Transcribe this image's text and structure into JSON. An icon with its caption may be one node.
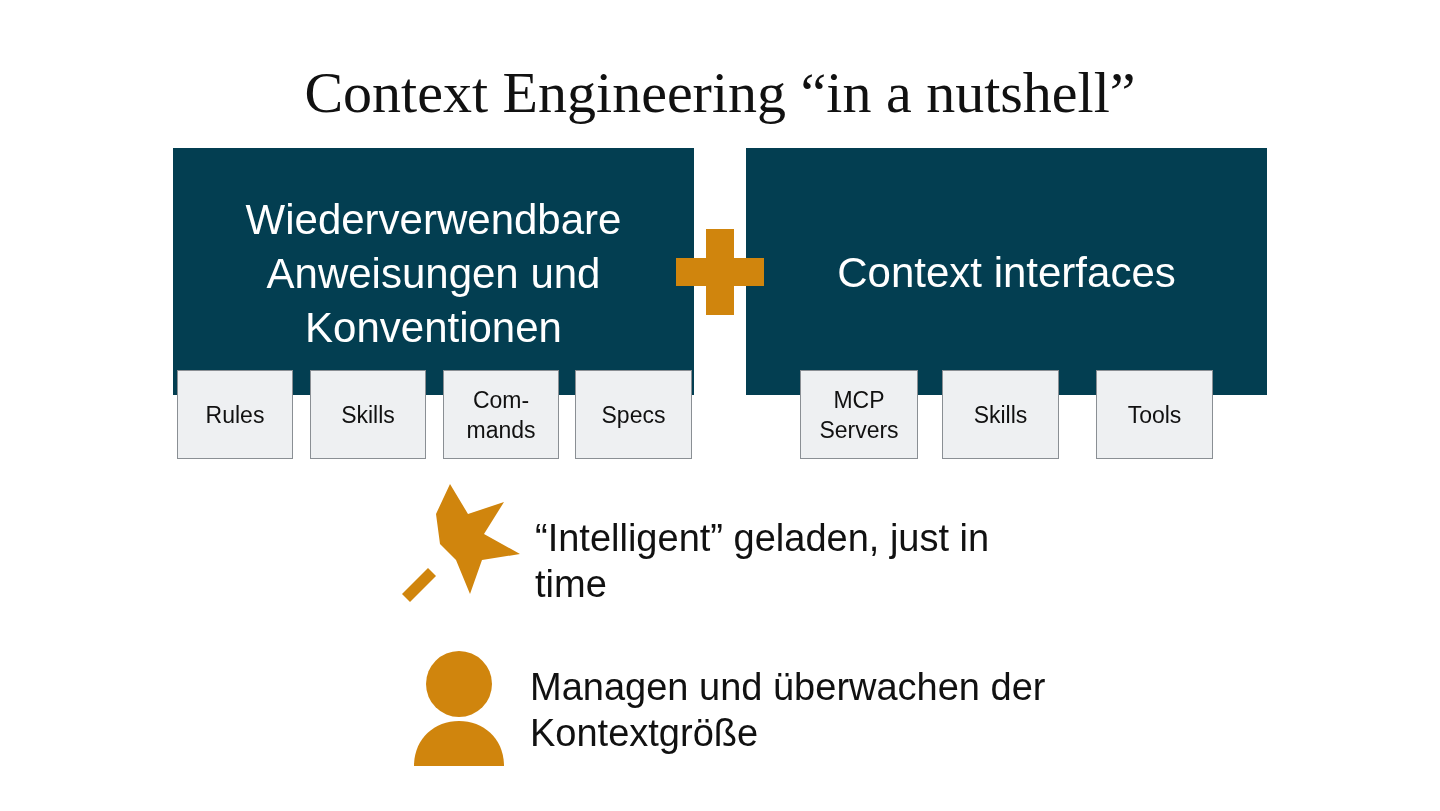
{
  "diagram": {
    "title": "Context Engineering “in a nutshell”",
    "nodes": [
      {
        "text": [
          "Wiederverwendbare Anweisungen und Konventionen"
        ]
      },
      {
        "text": [
          "Rules"
        ]
      },
      {
        "text": [
          "Skills"
        ]
      },
      {
        "text": [
          "Com- mands"
        ]
      },
      {
        "text": [
          "Specs"
        ]
      },
      {
        "text": [
          "Context interfaces"
        ]
      },
      {
        "text": [
          "MCP Servers"
        ]
      },
      {
        "text": [
          "Skills"
        ]
      },
      {
        "text": [
          "Tools"
        ]
      }
    ],
    "labels": [
      "“Intelligent” geladen, just in time",
      "Managen und überwachen der Kontextgröße"
    ]
  }
}
